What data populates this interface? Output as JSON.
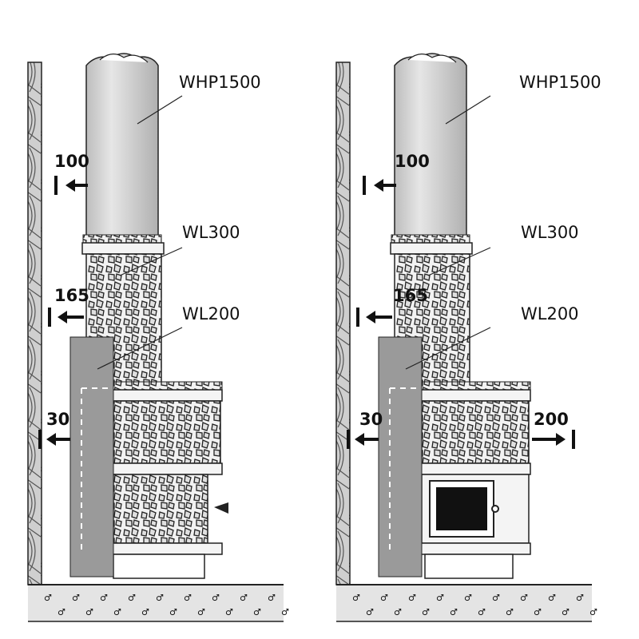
{
  "panels": [
    {
      "name": "left",
      "labels": {
        "heater": "WHP1500",
        "upper_module": "WL300",
        "lower_module": "WL200"
      },
      "clearances": {
        "top": "100",
        "middle": "165",
        "side": "30"
      }
    },
    {
      "name": "right",
      "labels": {
        "heater": "WHP1500",
        "upper_module": "WL300",
        "lower_module": "WL200"
      },
      "clearances": {
        "top": "100",
        "middle": "165",
        "side": "30",
        "front": "200"
      }
    }
  ],
  "colors": {
    "heater": "#d6d6d6",
    "panel": "#9a9a9a",
    "floor": "#e4e4e4",
    "wall": "#bdbdbd",
    "stroke": "#222222"
  }
}
